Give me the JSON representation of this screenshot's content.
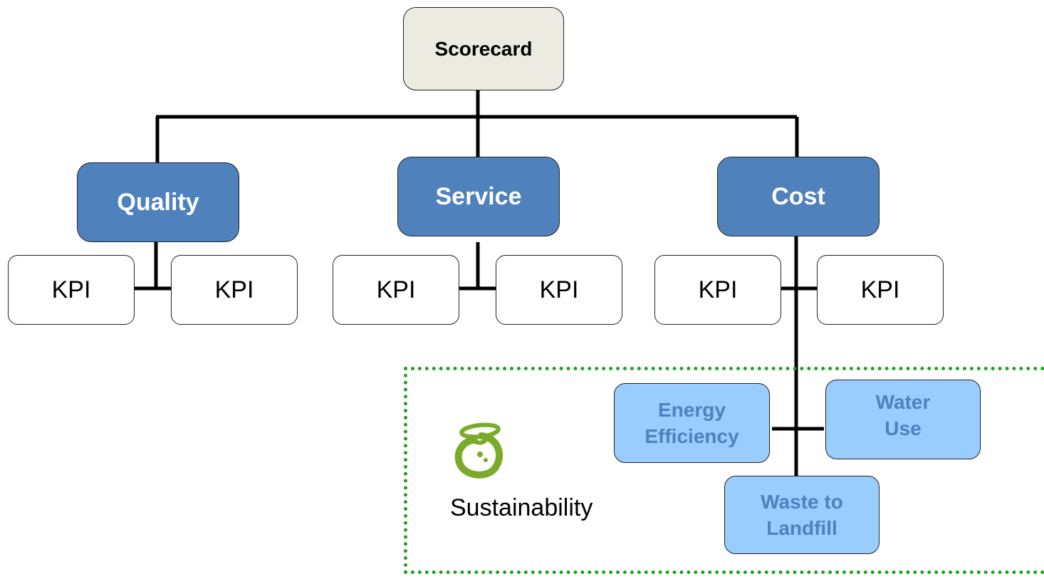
{
  "root": {
    "label": "Scorecard"
  },
  "categories": [
    {
      "label": "Quality",
      "kpis": [
        "KPI",
        "KPI"
      ]
    },
    {
      "label": "Service",
      "kpis": [
        "KPI",
        "KPI"
      ]
    },
    {
      "label": "Cost",
      "kpis": [
        "KPI",
        "KPI"
      ]
    }
  ],
  "sustainability": {
    "label": "Sustainability",
    "icon": "apple-icon",
    "items": [
      {
        "line1": "Energy",
        "line2": "Efficiency"
      },
      {
        "line1": "Water",
        "line2": "Use"
      },
      {
        "line1": "Waste to",
        "line2": "Landfill"
      }
    ]
  },
  "colors": {
    "category_fill": "#4f81bd",
    "root_fill": "#ecebe1",
    "sustainability_fill": "#99ccff",
    "sustainability_text": "#4f81bd",
    "region_border": "#22a022",
    "icon_green": "#7aab2a"
  }
}
